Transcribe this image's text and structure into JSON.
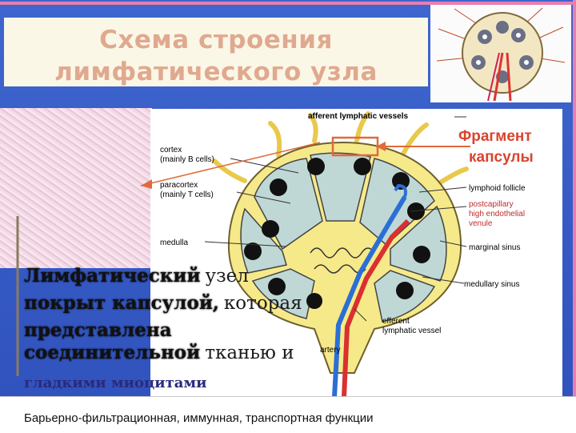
{
  "slide": {
    "title_line1": "Схема строения",
    "title_line2": "лимфатического узла",
    "caption_line1_hidden": "Лимфатический",
    "caption_line1_visible": "узел",
    "caption_line2_hidden": "покрыт капсулой,",
    "caption_line2_visible": "которая",
    "caption_line3_hidden": "представлена",
    "caption_line4_hidden": "соединительной",
    "caption_line4_visible": "тканью и",
    "caption_line5_hidden": "гладкими миоцитами",
    "footer": "Барьерно-фильтрационная, иммунная, транспортная  функции"
  },
  "diagram": {
    "label_afferent": "afferent lymphatic vessels",
    "label_fragment_1": "Фрагмент",
    "label_fragment_2": "капсулы",
    "label_cortex_1": "cortex",
    "label_cortex_2": "(mainly B cells)",
    "label_paracortex_1": "paracortex",
    "label_paracortex_2": "(mainly T cells)",
    "label_medulla": "medulla",
    "label_follicle": "lymphoid follicle",
    "label_venule_1": "postcapillary",
    "label_venule_2": "high endothelial",
    "label_venule_3": "venule",
    "label_marginal": "marginal sinus",
    "label_medullary": "medullary sinus",
    "label_efferent_1": "efferent",
    "label_efferent_2": "lymphatic vessel",
    "label_artery": "artery"
  },
  "colors": {
    "background": "#3a5fc8",
    "title": "#e0a98f",
    "fragment_label": "#d9442e",
    "node_fill": "#f6e98a",
    "lobule_fill": "#bfd8d6",
    "artery": "#d93030",
    "vein": "#2b6fd6"
  }
}
